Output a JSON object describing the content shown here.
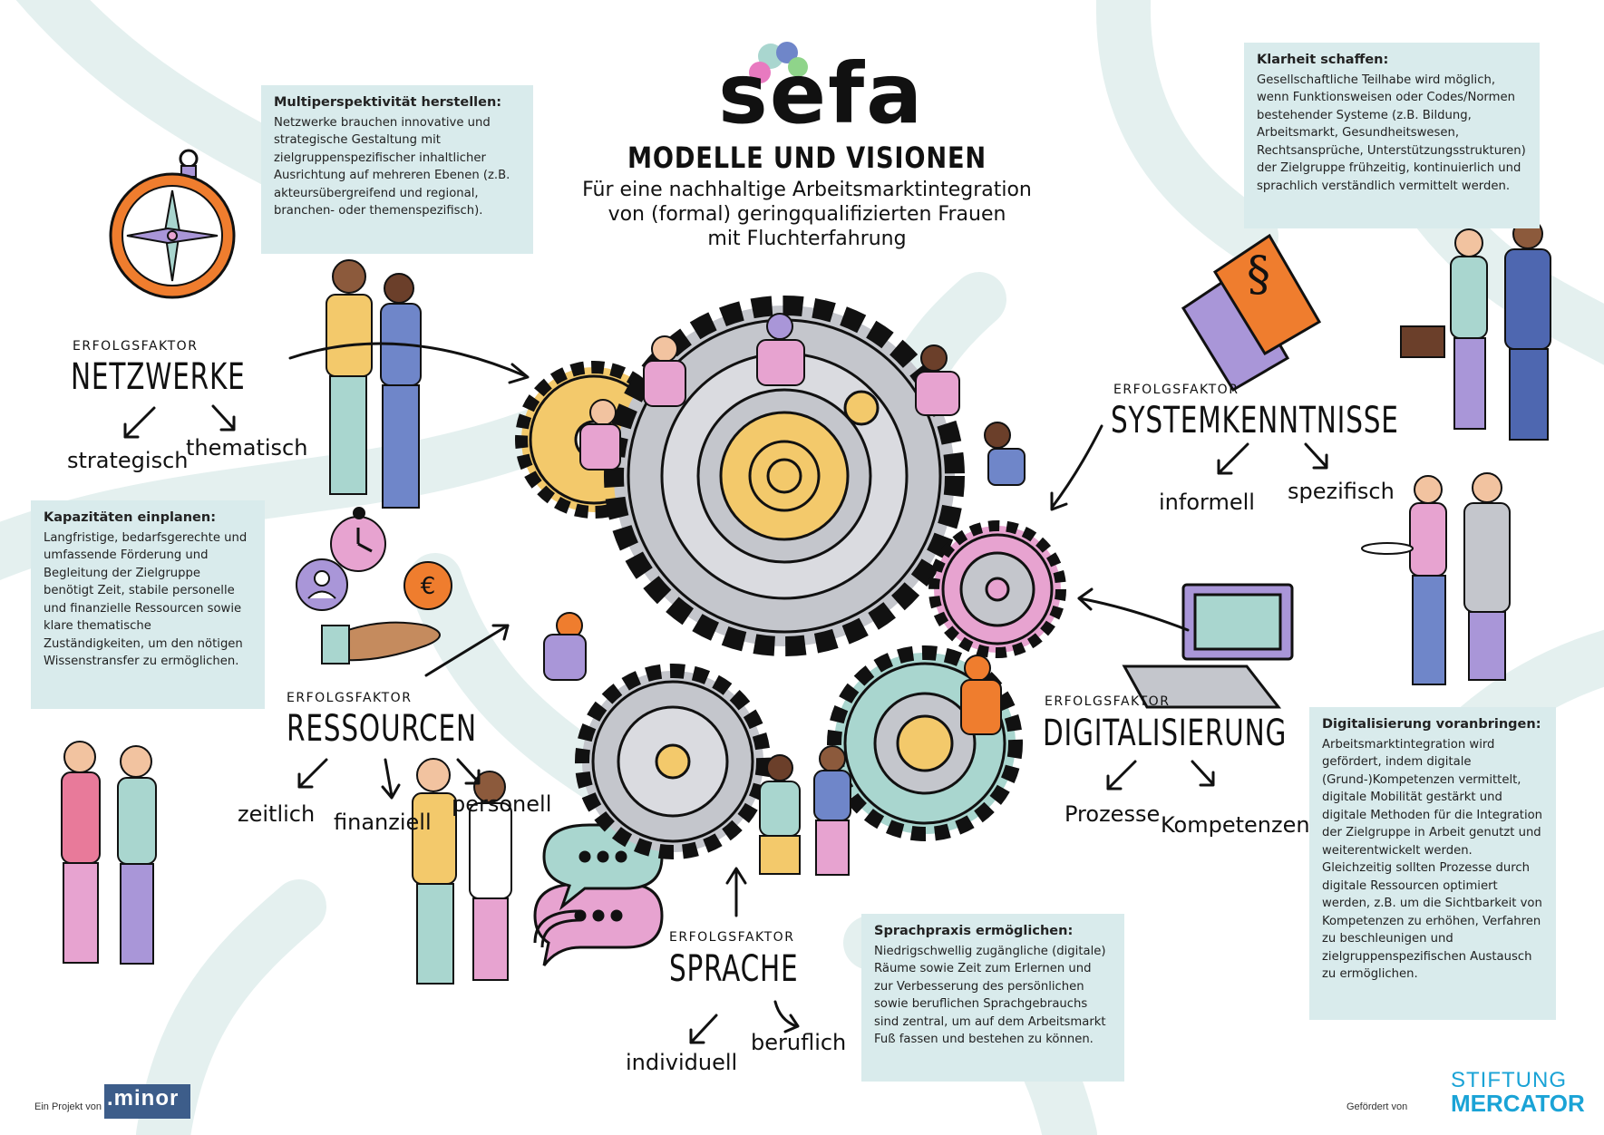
{
  "logo": {
    "text": "sefa"
  },
  "title": {
    "main": "MODELLE UND VISIONEN",
    "line1": "Für eine nachhaltige Arbeitsmarktintegration",
    "line2": "von (formal) geringqualifizierten Frauen",
    "line3": "mit Fluchterfahrung"
  },
  "factors": {
    "kicker": "ERFOLGSFAKTOR",
    "netzwerke": {
      "name": "NETZWERKE",
      "subs": [
        "strategisch",
        "thematisch"
      ]
    },
    "systemkenntnisse": {
      "name": "SYSTEMKENNTNISSE",
      "subs": [
        "informell",
        "spezifisch"
      ]
    },
    "ressourcen": {
      "name": "RESSOURCEN",
      "subs": [
        "zeitlich",
        "finanziell",
        "personell"
      ]
    },
    "digitalisierung": {
      "name": "DIGITALISIERUNG",
      "subs": [
        "Prozesse",
        "Kompetenzen"
      ]
    },
    "sprache": {
      "name": "SPRACHE",
      "subs": [
        "individuell",
        "beruflich"
      ]
    }
  },
  "boxes": {
    "multiperspektivitaet": {
      "title": "Multiperspektivität herstellen:",
      "body": "Netzwerke brauchen innovative und strategische Gestaltung mit zielgruppenspezifischer inhaltlicher Ausrichtung auf mehreren Ebenen (z.B. akteursübergreifend und regional, branchen- oder themenspezifisch)."
    },
    "klarheit": {
      "title": "Klarheit schaffen:",
      "body": "Gesellschaftliche Teilhabe wird möglich, wenn Funktionsweisen oder Codes/Normen bestehender Systeme (z.B. Bildung, Arbeitsmarkt, Gesundheitswesen, Rechtsansprüche, Unterstützungsstrukturen) der Zielgruppe frühzeitig, kontinuierlich und sprachlich verständlich vermittelt werden."
    },
    "kapazitaeten": {
      "title": "Kapazitäten einplanen:",
      "body": "Langfristige, bedarfsgerechte und umfassende Förderung und Begleitung der Zielgruppe benötigt Zeit, stabile personelle und finanzielle Ressourcen sowie klare thematische Zuständigkeiten, um den nötigen Wissenstransfer zu ermöglichen."
    },
    "digitalisierung": {
      "title": "Digitalisierung voranbringen:",
      "body": "Arbeitsmarktintegration wird gefördert, indem digitale (Grund-)Kompetenzen vermittelt, digitale Mobilität gestärkt und digitale Methoden für die Integration der Zielgruppe in Arbeit genutzt und weiterentwickelt werden. Gleichzeitig sollten Prozesse durch digitale Ressourcen optimiert werden, z.B. um die Sichtbarkeit von Kompetenzen zu erhöhen, Verfahren zu beschleunigen und zielgruppenspezifischen Austausch zu ermöglichen."
    },
    "sprachpraxis": {
      "title": "Sprachpraxis ermöglichen:",
      "body": "Niedrigschwellig zugängliche (digitale) Räume sowie Zeit zum Erlernen und zur Verbesserung des persönlichen sowie beruflichen Sprachgebrauchs sind zentral, um auf dem Arbeitsmarkt Fuß fassen und bestehen zu können."
    }
  },
  "footer": {
    "left_label": "Ein Projekt von",
    "left_logo": ".minor",
    "right_label": "Gefördert von",
    "right_logo_top": "STIFTUNG",
    "right_logo_bottom": "MERCATOR"
  },
  "colors": {
    "box": "#d9ebec",
    "swirl": "#e4f0ef",
    "gear_grey": "#c4c6cc",
    "gear_yellow": "#f3c96b",
    "gear_pink": "#e7a3d0",
    "gear_teal": "#a9d6cf",
    "purple": "#a996d8",
    "orange": "#ef7d2e"
  }
}
